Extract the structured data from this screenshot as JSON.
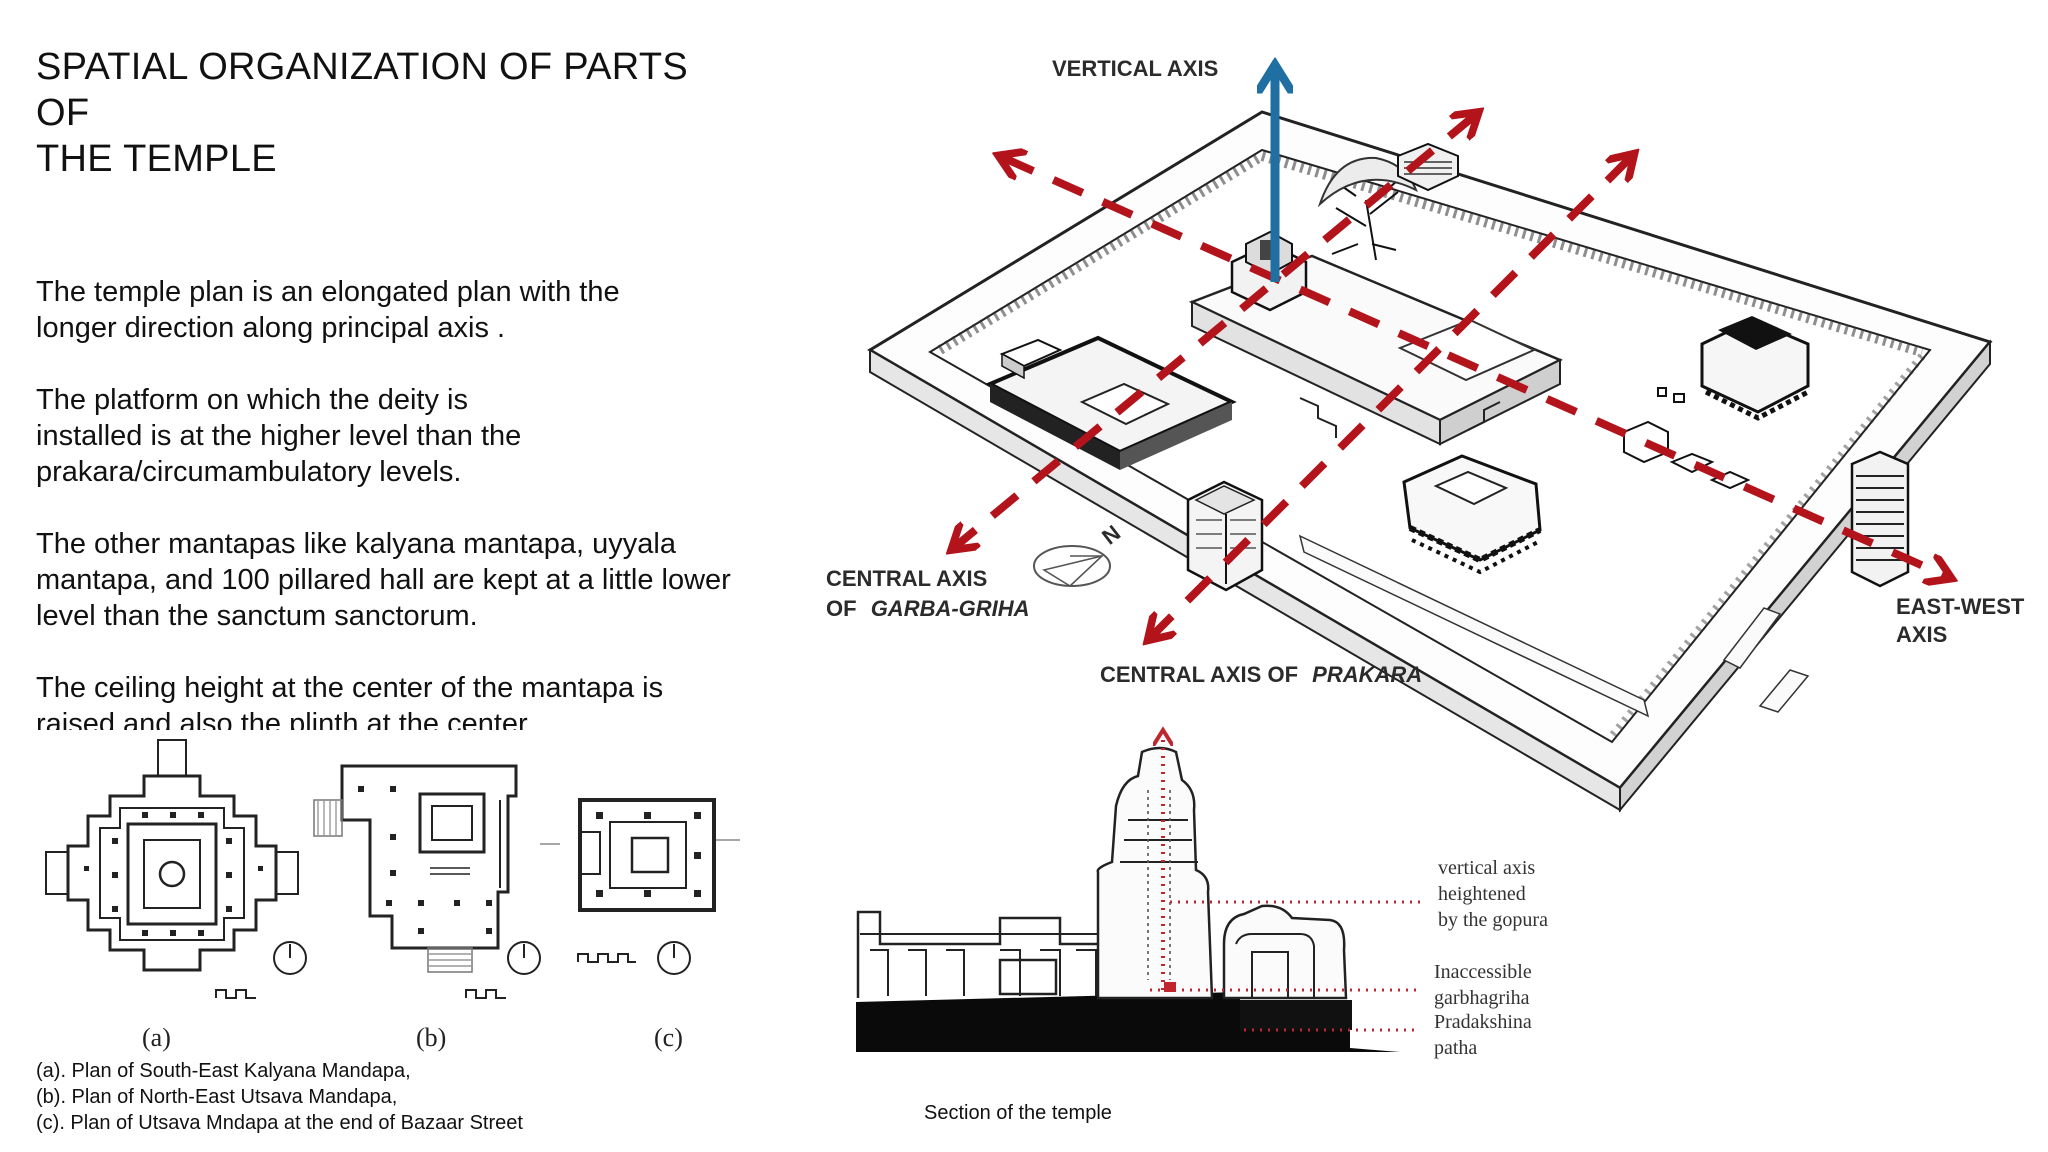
{
  "title": {
    "lines": [
      "SPATIAL ORGANIZATION OF PARTS",
      "OF",
      "THE TEMPLE"
    ]
  },
  "paragraphs": [
    [
      "The temple plan is an elongated plan with the",
      "longer direction along principal axis ."
    ],
    [
      "The platform on which the deity is",
      "installed is at the higher level than the",
      "prakara/circumambulatory levels."
    ],
    [
      "The other mantapas like kalyana mantapa, uyyala",
      "mantapa, and 100 pillared hall are kept at a little lower",
      "level than the sanctum sanctorum."
    ],
    [
      "The ceiling height at the center of the mantapa is",
      "raised and also the plinth at the center"
    ]
  ],
  "isometric": {
    "vertical_axis_label": "VERTICAL AXIS",
    "central_axis_garba": {
      "prefix": "CENTRAL AXIS",
      "of": "OF",
      "name": "GARBA-GRIHA"
    },
    "central_axis_prakara": {
      "prefix": "CENTRAL AXIS OF",
      "name": "PRAKARA"
    },
    "east_west_axis": [
      "EAST-WEST",
      "AXIS"
    ],
    "north_symbol": "N"
  },
  "section": {
    "annotations": {
      "vertical": [
        "vertical axis",
        "heightened",
        "by the gopura"
      ],
      "garbhagriha": [
        "Inaccessible",
        "garbhagriha"
      ],
      "pradakshina": [
        "Pradakshina",
        "patha"
      ]
    },
    "caption": "Section of the temple"
  },
  "plans": {
    "labels": [
      "(a)",
      "(b)",
      "(c)"
    ],
    "captions": [
      "(a). Plan of South-East Kalyana Mandapa,",
      "(b). Plan of North-East Utsava Mandapa,",
      "(c). Plan of Utsava Mndapa at the end of Bazaar Street"
    ]
  },
  "colors": {
    "axis_red": "#b3141b",
    "axis_blue": "#1f6fa3",
    "dotted_red": "#c0262d",
    "ink": "#1a1a1a"
  }
}
